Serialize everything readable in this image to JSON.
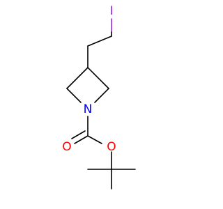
{
  "colors": {
    "bond": "#000000",
    "iodine": "#a020f0",
    "nitrogen": "#0000ff",
    "oxygen": "#ff0000",
    "background": "#ffffff"
  },
  "atoms": {
    "iodine": {
      "label": "I"
    },
    "nitrogen": {
      "label": "N"
    },
    "oxygen_carbonyl": {
      "label": "O"
    },
    "oxygen_ester": {
      "label": "O"
    }
  }
}
